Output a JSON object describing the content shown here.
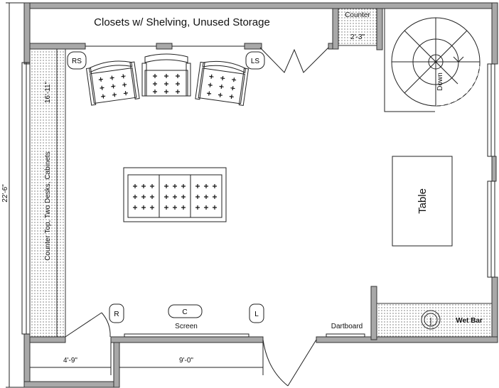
{
  "rooms": {
    "closets": "Closets w/ Shelving,  Unused Storage",
    "counter_top": "Counter",
    "counter_top_dim": "2'-3\"",
    "stairs": "Down",
    "table": "Table",
    "wet_bar": "Wet Bar",
    "left_counter": "Counter Top, Two Desks, Cabinets",
    "left_counter_dim": "16'-11\"",
    "screen": "Screen",
    "dartboard": "Dartboard"
  },
  "speakers": {
    "rs": "RS",
    "ls": "LS",
    "r": "R",
    "c": "C",
    "l": "L"
  },
  "dimensions": {
    "height": "22'-6\"",
    "closet_width": "4'-9\"",
    "wall_span": "9'-0\""
  }
}
